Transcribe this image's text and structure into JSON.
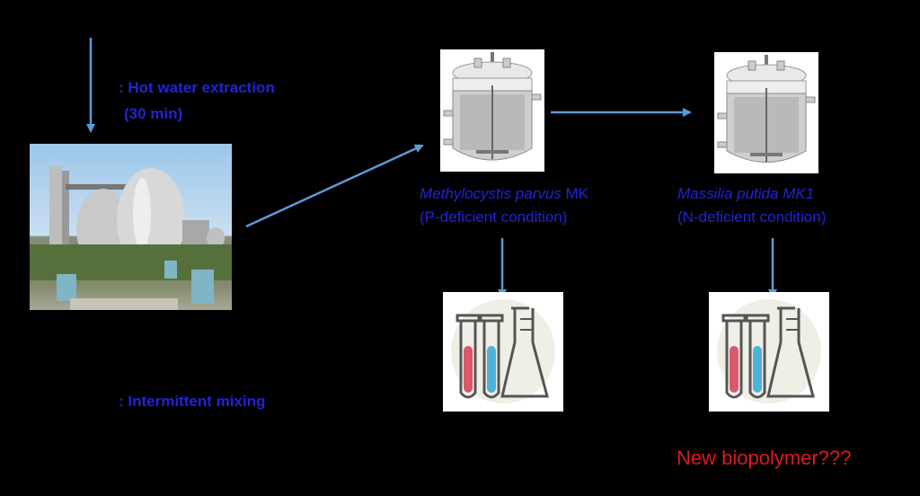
{
  "steps": {
    "extraction": ": Hot water extraction",
    "extraction_time": "(30 min)",
    "mixing": ": Intermittent mixing"
  },
  "reactor1": {
    "organism": "Methylocystis parvus",
    "strain": " MK",
    "condition": "(P-deficient condition)"
  },
  "reactor2": {
    "organism": "Massilia putida MK1",
    "condition": "(N-deficient condition)"
  },
  "result": "New biopolymer???",
  "colors": {
    "arrow": "#5b9bd5",
    "label": "#2323d6",
    "result": "#e01a1a"
  }
}
